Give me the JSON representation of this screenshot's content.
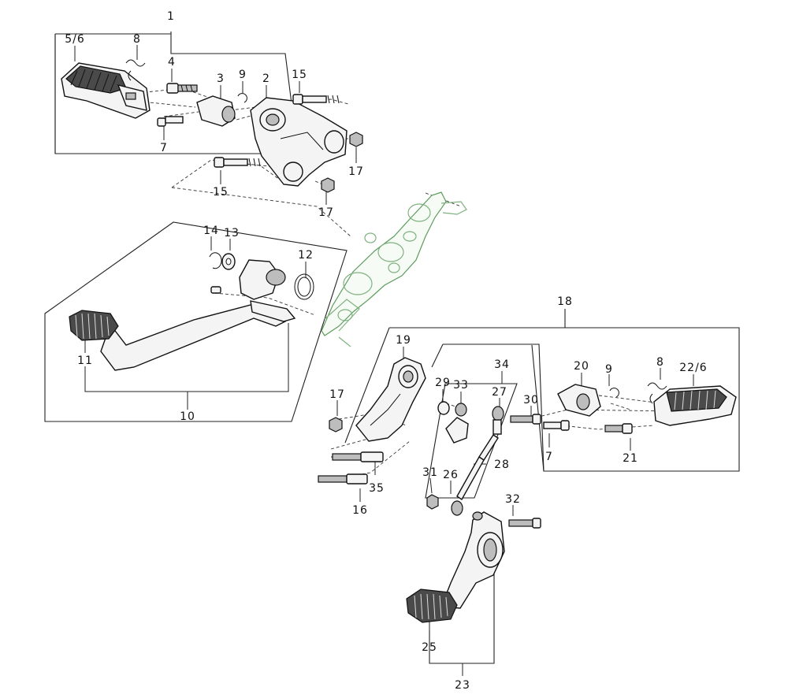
{
  "callouts": [
    {
      "id": "c1",
      "text": "1"
    },
    {
      "id": "c2",
      "text": "2"
    },
    {
      "id": "c3",
      "text": "3"
    },
    {
      "id": "c4",
      "text": "4"
    },
    {
      "id": "c5_6",
      "text": "5/6"
    },
    {
      "id": "c7a",
      "text": "7"
    },
    {
      "id": "c8a",
      "text": "8"
    },
    {
      "id": "c9a",
      "text": "9"
    },
    {
      "id": "c10",
      "text": "10"
    },
    {
      "id": "c11",
      "text": "11"
    },
    {
      "id": "c12",
      "text": "12"
    },
    {
      "id": "c13",
      "text": "13"
    },
    {
      "id": "c14",
      "text": "14"
    },
    {
      "id": "c15a",
      "text": "15"
    },
    {
      "id": "c15b",
      "text": "15"
    },
    {
      "id": "c16",
      "text": "16"
    },
    {
      "id": "c17a",
      "text": "17"
    },
    {
      "id": "c17b",
      "text": "17"
    },
    {
      "id": "c17c",
      "text": "17"
    },
    {
      "id": "c18",
      "text": "18"
    },
    {
      "id": "c19",
      "text": "19"
    },
    {
      "id": "c20",
      "text": "20"
    },
    {
      "id": "c21",
      "text": "21"
    },
    {
      "id": "c22_6",
      "text": "22/6"
    },
    {
      "id": "c23",
      "text": "23"
    },
    {
      "id": "c25",
      "text": "25"
    },
    {
      "id": "c26",
      "text": "26"
    },
    {
      "id": "c27",
      "text": "27"
    },
    {
      "id": "c28",
      "text": "28"
    },
    {
      "id": "c29",
      "text": "29"
    },
    {
      "id": "c30",
      "text": "30"
    },
    {
      "id": "c31",
      "text": "31"
    },
    {
      "id": "c32",
      "text": "32"
    },
    {
      "id": "c33",
      "text": "33"
    },
    {
      "id": "c34",
      "text": "34"
    },
    {
      "id": "c35",
      "text": "35"
    },
    {
      "id": "c7b",
      "text": "7"
    },
    {
      "id": "c8b",
      "text": "8"
    },
    {
      "id": "c9b",
      "text": "9"
    }
  ]
}
